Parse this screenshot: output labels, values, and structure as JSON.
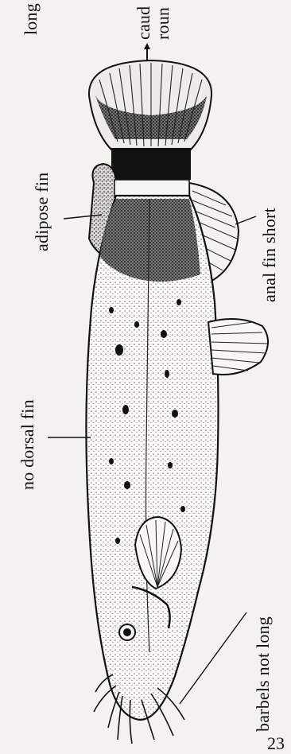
{
  "labels": {
    "long": "long",
    "caudal_fin": "caud",
    "caudal_rounded": "roun",
    "adipose_fin": "adipose fin",
    "anal_fin_short": "anal fin short",
    "no_dorsal_fin": "no dorsal fin",
    "barbels_not_long": "barbels not long"
  },
  "page_number": "23"
}
